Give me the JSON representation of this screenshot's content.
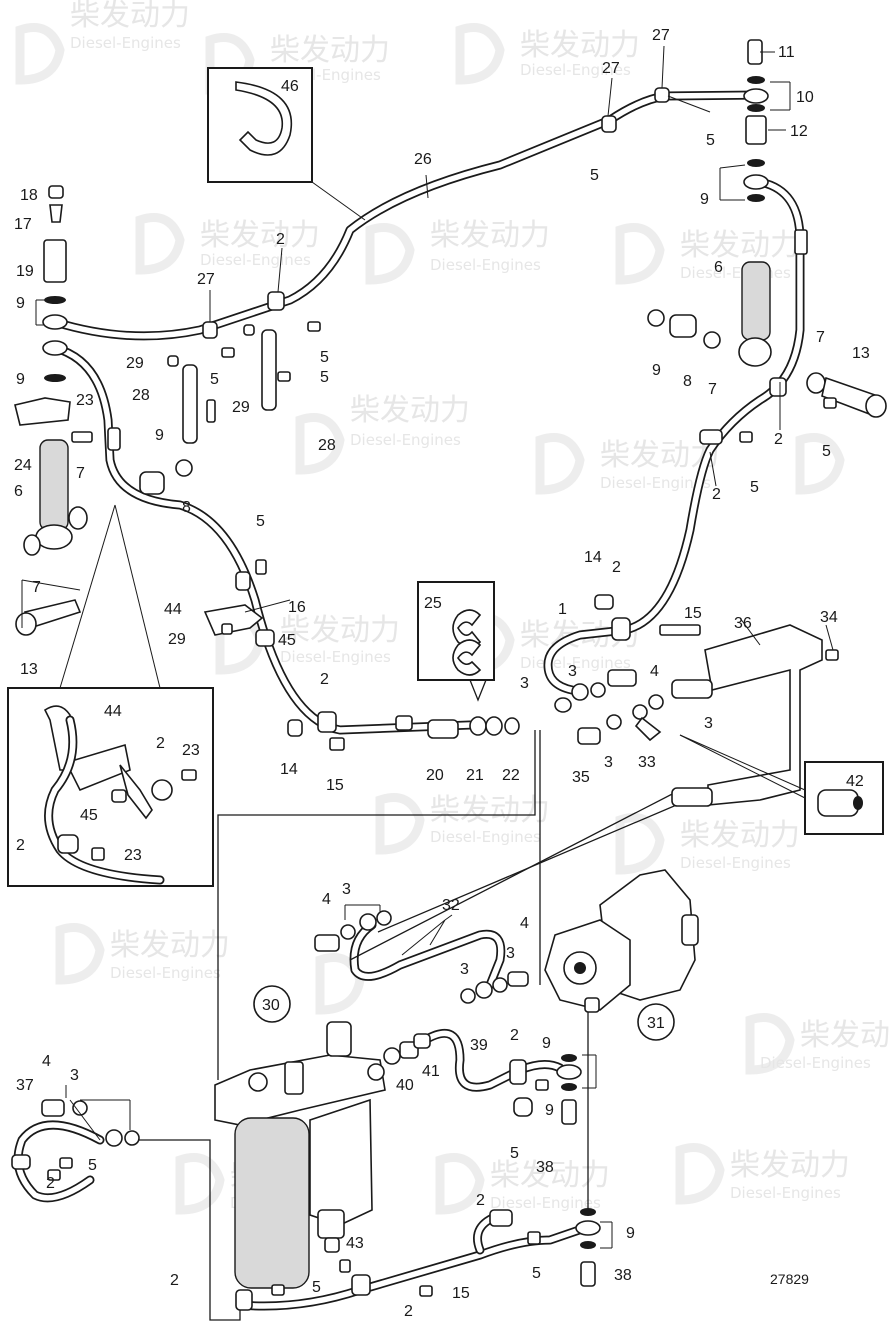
{
  "watermark": {
    "brand": "柴发动力",
    "tagline": "Diesel-Engines"
  },
  "reference_number": "27829",
  "callouts": [
    "30",
    "31"
  ],
  "labels": [
    {
      "id": "l46",
      "text": "46"
    },
    {
      "id": "l26",
      "text": "26"
    },
    {
      "id": "l27a",
      "text": "27"
    },
    {
      "id": "l27b",
      "text": "27"
    },
    {
      "id": "l27c",
      "text": "27"
    },
    {
      "id": "l11",
      "text": "11"
    },
    {
      "id": "l10",
      "text": "10"
    },
    {
      "id": "l12",
      "text": "12"
    },
    {
      "id": "l5a",
      "text": "5"
    },
    {
      "id": "l5b",
      "text": "5"
    },
    {
      "id": "l5c",
      "text": "5"
    },
    {
      "id": "l5d",
      "text": "5"
    },
    {
      "id": "l5e",
      "text": "5"
    },
    {
      "id": "l5f",
      "text": "5"
    },
    {
      "id": "l5g",
      "text": "5"
    },
    {
      "id": "l5h",
      "text": "5"
    },
    {
      "id": "l5i",
      "text": "5"
    },
    {
      "id": "l5j",
      "text": "5"
    },
    {
      "id": "l5k",
      "text": "5"
    },
    {
      "id": "l5l",
      "text": "5"
    },
    {
      "id": "l18",
      "text": "18"
    },
    {
      "id": "l17",
      "text": "17"
    },
    {
      "id": "l19",
      "text": "19"
    },
    {
      "id": "l9a",
      "text": "9"
    },
    {
      "id": "l9b",
      "text": "9"
    },
    {
      "id": "l9c",
      "text": "9"
    },
    {
      "id": "l9d",
      "text": "9"
    },
    {
      "id": "l9e",
      "text": "9"
    },
    {
      "id": "l9f",
      "text": "9"
    },
    {
      "id": "l9g",
      "text": "9"
    },
    {
      "id": "l9h",
      "text": "9"
    },
    {
      "id": "l2a",
      "text": "2"
    },
    {
      "id": "l2b",
      "text": "2"
    },
    {
      "id": "l2c",
      "text": "2"
    },
    {
      "id": "l2d",
      "text": "2"
    },
    {
      "id": "l2e",
      "text": "2"
    },
    {
      "id": "l2f",
      "text": "2"
    },
    {
      "id": "l2g",
      "text": "2"
    },
    {
      "id": "l2h",
      "text": "2"
    },
    {
      "id": "l2i",
      "text": "2"
    },
    {
      "id": "l2j",
      "text": "2"
    },
    {
      "id": "l2k",
      "text": "2"
    },
    {
      "id": "l2l",
      "text": "2"
    },
    {
      "id": "l2m",
      "text": "2"
    },
    {
      "id": "l2n",
      "text": "2"
    },
    {
      "id": "l6a",
      "text": "6"
    },
    {
      "id": "l6b",
      "text": "6"
    },
    {
      "id": "l13a",
      "text": "13"
    },
    {
      "id": "l13b",
      "text": "13"
    },
    {
      "id": "l8a",
      "text": "8"
    },
    {
      "id": "l8b",
      "text": "8"
    },
    {
      "id": "l7a",
      "text": "7"
    },
    {
      "id": "l7b",
      "text": "7"
    },
    {
      "id": "l7c",
      "text": "7"
    },
    {
      "id": "l7d",
      "text": "7"
    },
    {
      "id": "l29a",
      "text": "29"
    },
    {
      "id": "l29b",
      "text": "29"
    },
    {
      "id": "l29c",
      "text": "29"
    },
    {
      "id": "l28a",
      "text": "28"
    },
    {
      "id": "l28b",
      "text": "28"
    },
    {
      "id": "l23a",
      "text": "23"
    },
    {
      "id": "l23b",
      "text": "23"
    },
    {
      "id": "l23c",
      "text": "23"
    },
    {
      "id": "l24",
      "text": "24"
    },
    {
      "id": "l16",
      "text": "16"
    },
    {
      "id": "l44a",
      "text": "44"
    },
    {
      "id": "l44b",
      "text": "44"
    },
    {
      "id": "l45a",
      "text": "45"
    },
    {
      "id": "l45b",
      "text": "45"
    },
    {
      "id": "l14a",
      "text": "14"
    },
    {
      "id": "l14b",
      "text": "14"
    },
    {
      "id": "l15a",
      "text": "15"
    },
    {
      "id": "l15b",
      "text": "15"
    },
    {
      "id": "l15c",
      "text": "15"
    },
    {
      "id": "l25",
      "text": "25"
    },
    {
      "id": "l20",
      "text": "20"
    },
    {
      "id": "l21",
      "text": "21"
    },
    {
      "id": "l22",
      "text": "22"
    },
    {
      "id": "l1",
      "text": "1"
    },
    {
      "id": "l3a",
      "text": "3"
    },
    {
      "id": "l3b",
      "text": "3"
    },
    {
      "id": "l3c",
      "text": "3"
    },
    {
      "id": "l3d",
      "text": "3"
    },
    {
      "id": "l3e",
      "text": "3"
    },
    {
      "id": "l3f",
      "text": "3"
    },
    {
      "id": "l3g",
      "text": "3"
    },
    {
      "id": "l3h",
      "text": "3"
    },
    {
      "id": "l4a",
      "text": "4"
    },
    {
      "id": "l4b",
      "text": "4"
    },
    {
      "id": "l4c",
      "text": "4"
    },
    {
      "id": "l4d",
      "text": "4"
    },
    {
      "id": "l36",
      "text": "36"
    },
    {
      "id": "l34",
      "text": "34"
    },
    {
      "id": "l33",
      "text": "33"
    },
    {
      "id": "l35",
      "text": "35"
    },
    {
      "id": "l42",
      "text": "42"
    },
    {
      "id": "l32",
      "text": "32"
    },
    {
      "id": "l39",
      "text": "39"
    },
    {
      "id": "l40",
      "text": "40"
    },
    {
      "id": "l41",
      "text": "41"
    },
    {
      "id": "l38a",
      "text": "38"
    },
    {
      "id": "l38b",
      "text": "38"
    },
    {
      "id": "l37",
      "text": "37"
    },
    {
      "id": "l43",
      "text": "43"
    }
  ]
}
